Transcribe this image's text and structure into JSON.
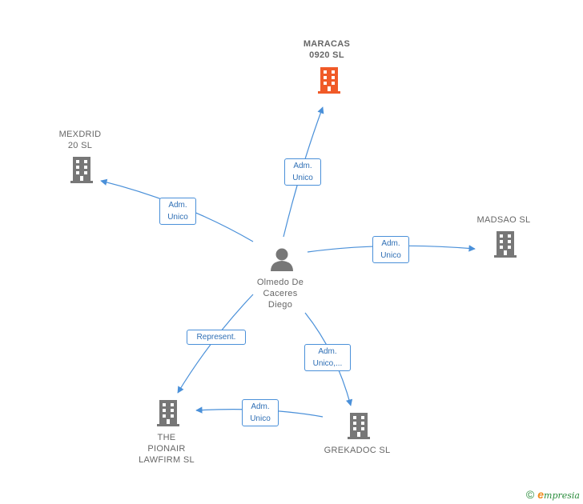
{
  "colors": {
    "edge": "#4a90d9",
    "company": "#777777",
    "company_highlight": "#f05a28",
    "person": "#777777"
  },
  "nodes": {
    "maracas": {
      "label": "MARACAS\n0920  SL",
      "icon": "building-icon"
    },
    "mexdrid": {
      "label": "MEXDRID\n20  SL",
      "icon": "building-icon"
    },
    "madsao": {
      "label": "MADSAO  SL",
      "icon": "building-icon"
    },
    "person": {
      "label": "Olmedo De\nCaceres\nDiego",
      "icon": "person-icon"
    },
    "pionair": {
      "label": "THE\nPIONAIR\nLAWFIRM  SL",
      "icon": "building-icon"
    },
    "grekadoc": {
      "label": "GREKADOC  SL",
      "icon": "building-icon"
    }
  },
  "edges": {
    "to_maracas": "Adm.\nUnico",
    "to_mexdrid": "Adm.\nUnico",
    "to_madsao": "Adm.\nUnico",
    "to_pionair": "Represent.",
    "to_grekadoc": "Adm.\nUnico,...",
    "grekadoc_to_pionair": "Adm.\nUnico"
  },
  "footer": {
    "copyright": "©",
    "brand_e": "e",
    "brand_rest": "mpresia"
  }
}
